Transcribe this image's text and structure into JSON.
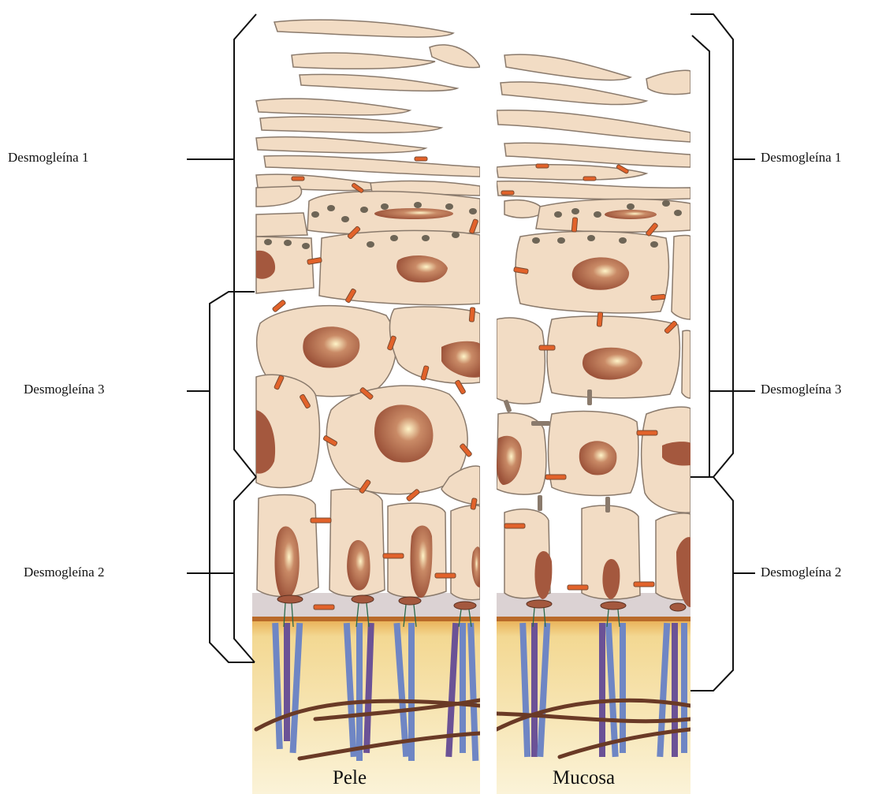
{
  "labels": {
    "left": {
      "dsg1": "Desmogleína 1",
      "dsg3": "Desmogleína 3",
      "dsg2": "Desmogleína 2"
    },
    "right": {
      "dsg1": "Desmogleína 1",
      "dsg3": "Desmogleína 3",
      "dsg2": "Desmogleína 2"
    }
  },
  "captions": {
    "skin": "Pele",
    "mucosa": "Mucosa"
  },
  "colors": {
    "cell_fill": "#f2dcc4",
    "cell_stroke": "#8a7a6c",
    "nucleus": "#a4583e",
    "desmosome": "#e2622a",
    "granule": "#6e6556",
    "basement": "#d8cfcf",
    "dermis": "#f5e7b8",
    "collagen": "#6a3a26",
    "fiber_blue": "#6f86c4",
    "fiber_purple": "#6b5296",
    "bracket": "#111111"
  }
}
